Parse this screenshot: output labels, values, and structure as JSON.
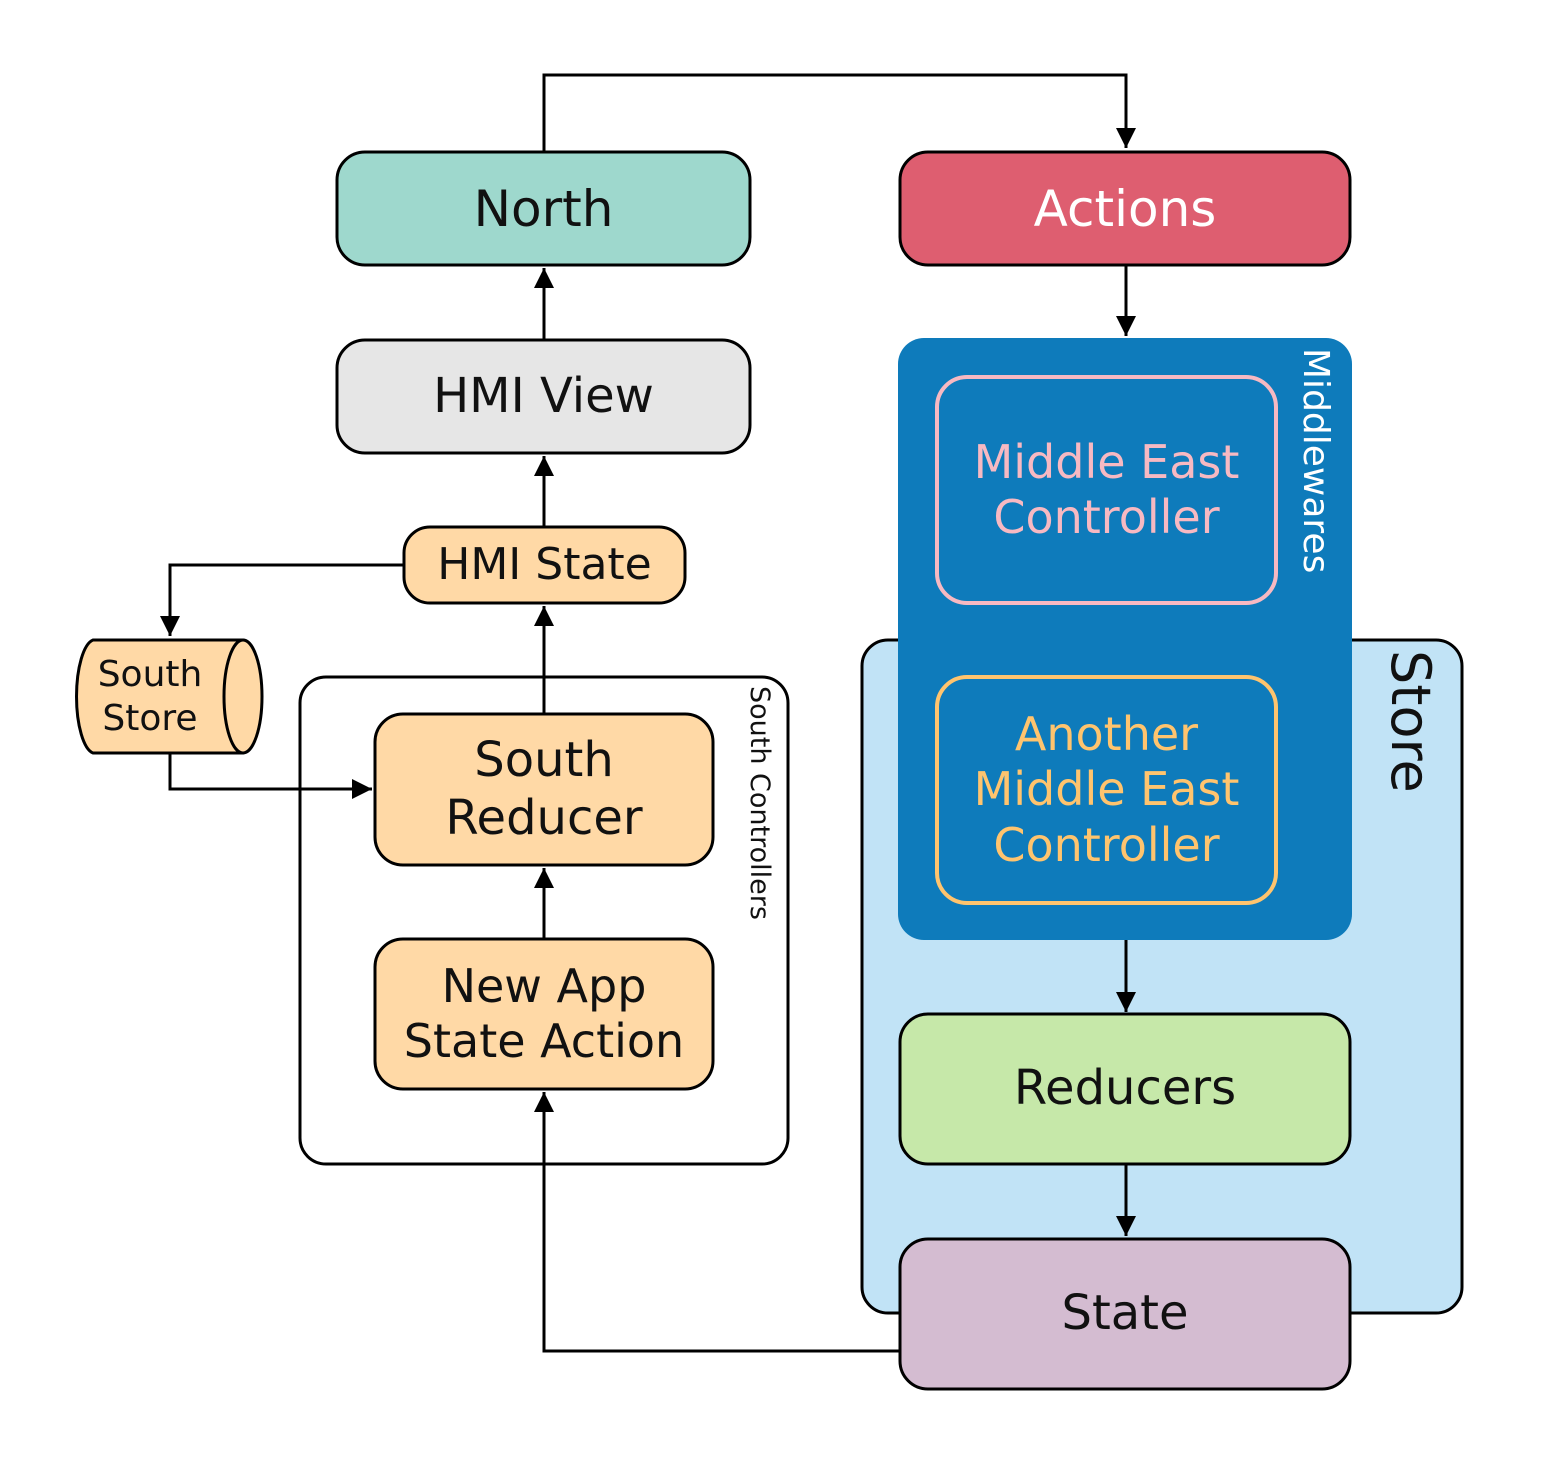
{
  "colors": {
    "north": "#9ed8cd",
    "actions": "#de5e70",
    "hmi_view": "#e6e6e6",
    "south": "#ffd9a6",
    "middlewares": "#0e7bbb",
    "store": "#c1e3f6",
    "reducers": "#c6e8a9",
    "state": "#d4bcd1",
    "controller_1_text": "#f7b9c2",
    "controller_2_text": "#ffc46e",
    "stroke": "#000000"
  },
  "nodes": {
    "north": "North",
    "actions": "Actions",
    "hmi_view": "HMI View",
    "hmi_state": "HMI State",
    "south_store": "South\nStore",
    "south_reducer": "South\nReducer",
    "new_app_state_action": "New App\nState Action",
    "middle_east_controller": "Middle East\nController",
    "another_middle_east_controller": "Another\nMiddle East\nController",
    "reducers": "Reducers",
    "state": "State"
  },
  "groups": {
    "south_controllers": "South Controllers",
    "middlewares": "Middlewares",
    "store": "Store"
  }
}
